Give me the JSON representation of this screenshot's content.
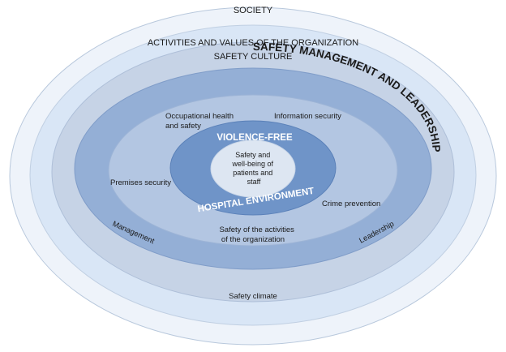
{
  "diagram": {
    "rings": [
      {
        "label": "SOCIETY",
        "color": "#eef3fa"
      },
      {
        "label": "ACTIVITIES AND VALUES OF THE ORGANIZATION",
        "color": "#d9e6f6"
      },
      {
        "label": "SAFETY CULTURE",
        "color": "#c6d3e6"
      },
      {
        "label": "SAFETY MANAGEMENT AND LEADERSHIP",
        "color": "#94afd6"
      },
      {
        "label": "",
        "color": "#b3c6e2"
      },
      {
        "label": "",
        "color": "#6f94c8"
      },
      {
        "label": "",
        "color": "#dde6f2"
      }
    ],
    "labels": {
      "society": "SOCIETY",
      "activities": "ACTIVITIES AND VALUES OF THE ORGANIZATION",
      "culture": "SAFETY CULTURE",
      "management_leadership": "SAFETY MANAGEMENT AND LEADERSHIP",
      "occupational_line1": "Occupational health",
      "occupational_line2": "and safety",
      "information_security": "Information security",
      "premises_security": "Premises security",
      "crime_prevention": "Crime prevention",
      "activities_safety_line1": "Safety of the activities",
      "activities_safety_line2": "of the organization",
      "management": "Management",
      "leadership": "Leadership",
      "safety_climate": "Safety climate",
      "violence_free": "VIOLENCE-FREE",
      "hospital_environment": "HOSPITAL ENVIRONMENT",
      "core_line1": "Safety and",
      "core_line2": "well-being of",
      "core_line3": "patients and",
      "core_line4": "staff"
    }
  }
}
